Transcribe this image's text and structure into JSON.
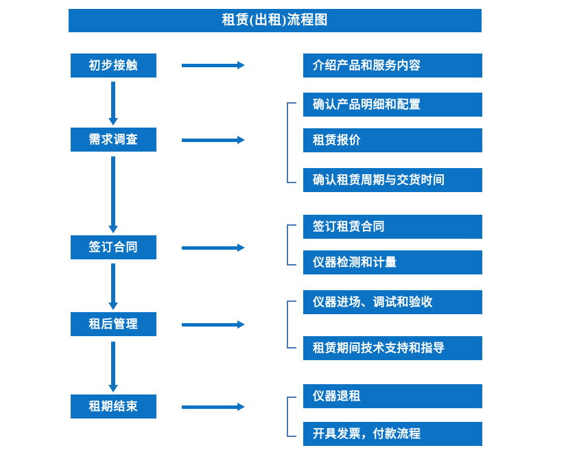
{
  "title": "租赁(出租)流程图",
  "theme": {
    "box_fill": "#0b72c4",
    "box_text": "#ffffff",
    "arrow": "#0b72c4",
    "bracket": "#4a7ab5",
    "background": "#ffffff"
  },
  "stages": [
    {
      "label": "初步接触"
    },
    {
      "label": "需求调查"
    },
    {
      "label": "签订合同"
    },
    {
      "label": "租后管理"
    },
    {
      "label": "租期结束"
    }
  ],
  "details": [
    {
      "label": "介绍产品和服务内容"
    },
    {
      "label": "确认产品明细和配置"
    },
    {
      "label": "租赁报价"
    },
    {
      "label": "确认租赁周期与交货时间"
    },
    {
      "label": "签订租赁合同"
    },
    {
      "label": "仪器检测和计量"
    },
    {
      "label": "仪器进场、调试和验收"
    },
    {
      "label": "租赁期间技术支持和指导"
    },
    {
      "label": "仪器退租"
    },
    {
      "label": "开具发票，付款流程"
    }
  ]
}
